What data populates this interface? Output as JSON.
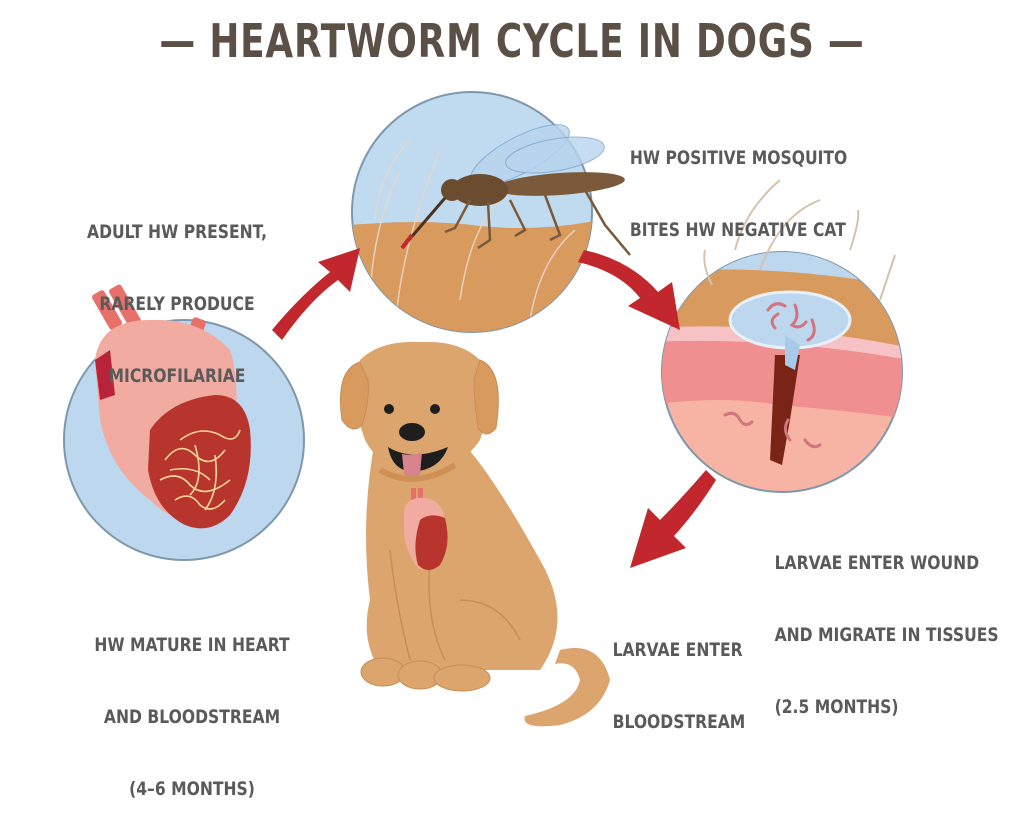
{
  "title": "— HEARTWORM CYCLE IN DOGS —",
  "steps": [
    {
      "id": "mosquito-bite",
      "lines": [
        "HW POSITIVE MOSQUITO",
        "BITES HW NEGATIVE CAT"
      ]
    },
    {
      "id": "larvae-wound",
      "lines": [
        "LARVAE ENTER WOUND",
        "AND MIGRATE IN TISSUES",
        "(2.5 MONTHS)"
      ]
    },
    {
      "id": "larvae-bloodstream",
      "lines": [
        "LARVAE ENTER",
        "BLOODSTREAM"
      ]
    },
    {
      "id": "hw-mature",
      "lines": [
        "HW MATURE IN HEART",
        "AND BLOODSTREAM",
        "(4–6 MONTHS)"
      ]
    },
    {
      "id": "adult-hw",
      "lines": [
        "ADULT HW PRESENT,",
        "RARELY PRODUCE",
        "MICROFILARIAE"
      ]
    }
  ],
  "colors": {
    "title": "#5b5045",
    "text": "#5a5a5a",
    "arrow": "#c1272d",
    "circle_blue": "#b9d6ee",
    "skin_tan": "#d99a5e",
    "dog_fur": "#dca56e",
    "heart_red": "#b8352d",
    "heart_pink": "#f0a59a"
  }
}
